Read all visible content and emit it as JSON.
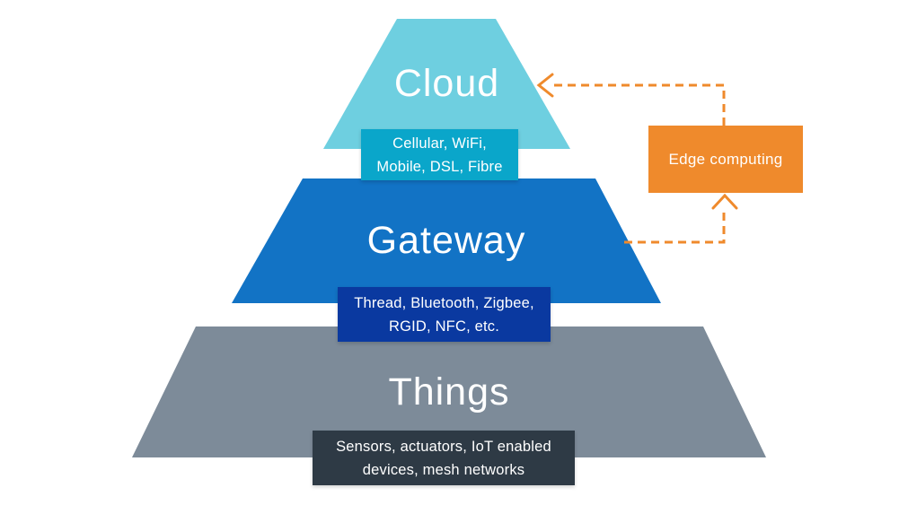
{
  "diagram": {
    "type": "pyramid-architecture",
    "layers": [
      {
        "id": "cloud",
        "title": "Cloud",
        "fill_color": "#6ECFE0",
        "label_box": {
          "lines": [
            "Cellular, WiFi,",
            "Mobile, DSL, Fibre"
          ],
          "fill_color": "#0AA6CA"
        }
      },
      {
        "id": "gateway",
        "title": "Gateway",
        "fill_color": "#1273C5",
        "label_box": {
          "lines": [
            "Thread, Bluetooth, Zigbee,",
            "RGID, NFC, etc."
          ],
          "fill_color": "#0A39A0"
        }
      },
      {
        "id": "things",
        "title": "Things",
        "fill_color": "#7D8B99",
        "label_box": {
          "lines": [
            "Sensors, actuators, IoT enabled",
            "devices, mesh networks"
          ],
          "fill_color": "#2E3A45"
        }
      }
    ],
    "edge_box": {
      "label": "Edge computing",
      "fill_color": "#EF8A2C"
    },
    "connectors": {
      "color": "#EF8A2C",
      "style": "dashed",
      "arrows": [
        "edge-to-cloud",
        "gateway-to-edge"
      ]
    },
    "text_color": "#FFFFFF",
    "background_color": "#FFFFFF"
  }
}
